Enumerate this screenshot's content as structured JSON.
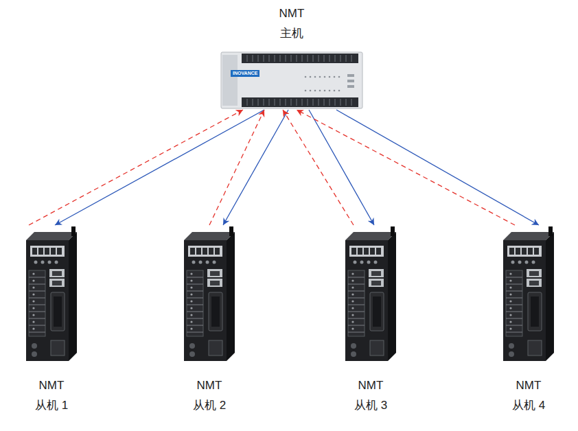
{
  "diagram": {
    "nodes": [
      {
        "text": [
          "NMT 主机"
        ]
      },
      {
        "text": [
          "NMT 从机 1"
        ]
      },
      {
        "text": [
          "NMT 从机 2"
        ]
      },
      {
        "text": [
          "NMT 从机 3"
        ]
      },
      {
        "text": [
          "NMT 从机 4"
        ]
      }
    ],
    "edges": [
      {
        "from": 0,
        "to": 1,
        "arrow": "to"
      },
      {
        "from": 0,
        "to": 2,
        "arrow": "to"
      },
      {
        "from": 0,
        "to": 3,
        "arrow": "to"
      },
      {
        "from": 0,
        "to": 4,
        "arrow": "to"
      },
      {
        "from": 1,
        "to": 0,
        "arrow": "to"
      },
      {
        "from": 2,
        "to": 0,
        "arrow": "to"
      },
      {
        "from": 3,
        "to": 0,
        "arrow": "to"
      },
      {
        "from": 4,
        "to": 0,
        "arrow": "to"
      }
    ],
    "labels": [
      "INOVANCE"
    ]
  }
}
